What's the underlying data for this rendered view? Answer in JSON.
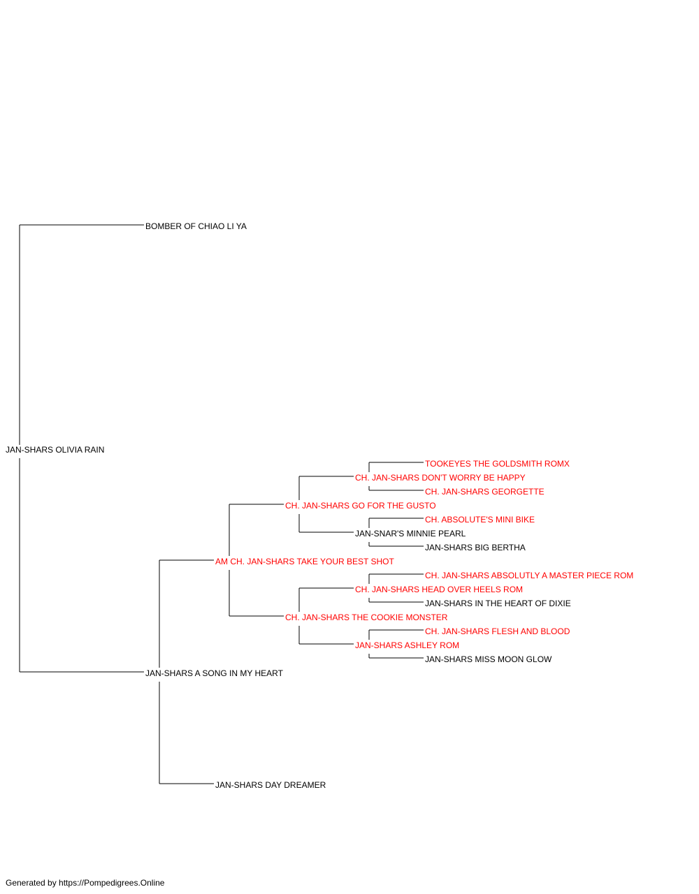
{
  "colors": {
    "champion": "#ff0000",
    "normal": "#000000",
    "line": "#000000"
  },
  "pedigree": {
    "subject": {
      "name": "JAN-SHARS OLIVIA RAIN",
      "champion": false
    },
    "sire": {
      "name": "BOMBER OF CHIAO LI YA",
      "champion": false
    },
    "dam": {
      "name": "JAN-SHARS A SONG IN MY HEART",
      "champion": false,
      "sire": {
        "name": "AM CH. JAN-SHARS TAKE YOUR BEST SHOT",
        "champion": true,
        "sire": {
          "name": "CH. JAN-SHARS GO FOR THE GUSTO",
          "champion": true,
          "sire": {
            "name": "CH. JAN-SHARS DON'T WORRY BE HAPPY",
            "champion": true,
            "sire": {
              "name": "TOOKEYES THE GOLDSMITH ROMX",
              "champion": true
            },
            "dam": {
              "name": "CH. JAN-SHARS GEORGETTE",
              "champion": true
            }
          },
          "dam": {
            "name": "JAN-SNAR'S MINNIE PEARL",
            "champion": false,
            "sire": {
              "name": "CH. ABSOLUTE'S MINI BIKE",
              "champion": true
            },
            "dam": {
              "name": "JAN-SHARS BIG BERTHA",
              "champion": false
            }
          }
        },
        "dam": {
          "name": "CH. JAN-SHARS THE COOKIE MONSTER",
          "champion": true,
          "sire": {
            "name": "CH. JAN-SHARS HEAD OVER HEELS ROM",
            "champion": true,
            "sire": {
              "name": "CH. JAN-SHARS ABSOLUTLY A MASTER PIECE ROM",
              "champion": true
            },
            "dam": {
              "name": "JAN-SHARS IN THE HEART OF DIXIE",
              "champion": false
            }
          },
          "dam": {
            "name": "JAN-SHARS ASHLEY ROM",
            "champion": true,
            "sire": {
              "name": "CH. JAN-SHARS FLESH AND BLOOD",
              "champion": true
            },
            "dam": {
              "name": "JAN-SHARS MISS MOON GLOW",
              "champion": false
            }
          }
        }
      },
      "dam": {
        "name": "JAN-SHARS DAY DREAMER",
        "champion": false
      }
    }
  },
  "footer": "Generated by https://Pompedigrees.Online"
}
